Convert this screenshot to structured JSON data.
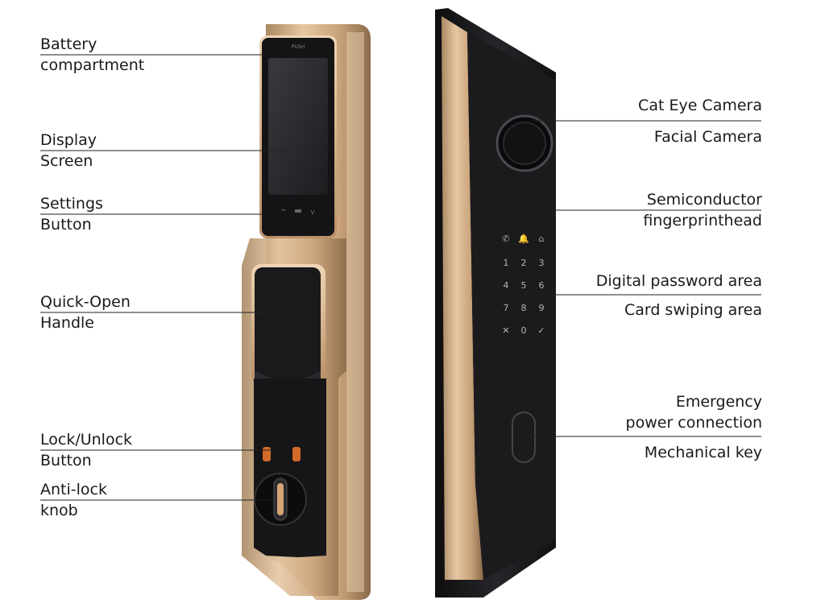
{
  "left_labels": [
    {
      "id": "battery",
      "line1": "Battery",
      "line2": "compartment"
    },
    {
      "id": "display",
      "line1": "Display",
      "line2": "Screen"
    },
    {
      "id": "settings",
      "line1": "Settings",
      "line2": "Button"
    },
    {
      "id": "quick_open",
      "line1": "Quick-Open",
      "line2": "Handle"
    },
    {
      "id": "lock_unlock",
      "line1": "Lock/Unlock",
      "line2": "Button"
    },
    {
      "id": "anti_lock",
      "line1": "Anti-lock",
      "line2": "knob"
    }
  ],
  "right_labels": [
    {
      "id": "cat_eye",
      "line1": "Cat Eye Camera",
      "line2": "Facial Camera"
    },
    {
      "id": "fingerprint",
      "line1": "Semiconductor",
      "line2": "fingerprinthead"
    },
    {
      "id": "password",
      "line1": "Digital password area",
      "line2": "Card swiping area"
    },
    {
      "id": "emergency",
      "line1": "Emergency",
      "line2": "power connection",
      "line3": "Mechanical key"
    }
  ],
  "device": {
    "push_text": "PUSH",
    "keypad_keys": [
      "1",
      "2",
      "3",
      "4",
      "5",
      "6",
      "7",
      "8",
      "9",
      "✕",
      "0",
      "✓"
    ],
    "colors": {
      "gold": "#c9a27a",
      "gold_dark": "#8a6a4a",
      "black": "#1c1c1e",
      "screen": "#2a2a2c"
    }
  }
}
